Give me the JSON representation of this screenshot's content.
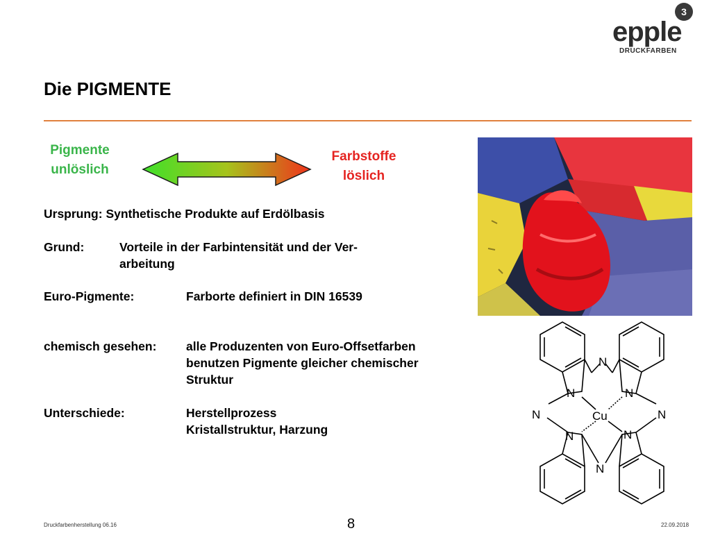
{
  "brand": {
    "name": "epple",
    "subtitle": "DRUCKFARBEN",
    "badge": "3"
  },
  "title": "Die PIGMENTE",
  "spectrum": {
    "left_label_line1": "Pigmente",
    "left_label_line2": "unlöslich",
    "right_label_line1": "Farbstoffe",
    "right_label_line2": "löslich",
    "left_color": "#3ab54a",
    "right_color": "#e52421"
  },
  "rows": {
    "ursprung": "Ursprung: Synthetische Produkte auf Erdölbasis",
    "grund_label": "Grund:",
    "grund_line1": "Vorteile in der Farbintensität und der Ver-",
    "grund_line2": "arbeitung",
    "euro_label": "Euro-Pigmente:",
    "euro_value": "Farborte definiert in DIN 16539",
    "chem_label": "chemisch gesehen:",
    "chem_line1": "alle Produzenten von Euro-Offsetfarben",
    "chem_line2": "benutzen Pigmente gleicher chemischer",
    "chem_line3": "Struktur",
    "unter_label": "Unterschiede:",
    "unter_line1": "Herstellprozess",
    "unter_line2": "Kristallstruktur, Harzung"
  },
  "molecule": {
    "center": "Cu",
    "nitrogen": "N"
  },
  "footer": {
    "left": "Druckfarbenherstellung 06.16",
    "page": "8",
    "date": "22.09.2018"
  },
  "colors": {
    "accent_rule": "#e0803c",
    "text": "#000000"
  }
}
